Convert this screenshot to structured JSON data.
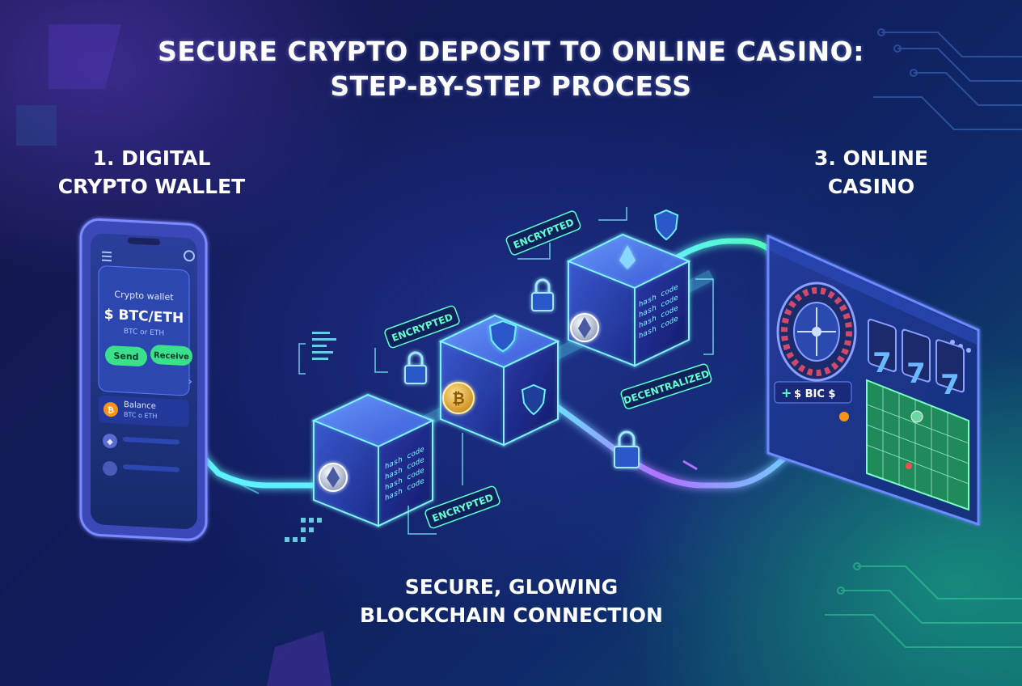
{
  "title_line1": "SECURE CRYPTO DEPOSIT TO ONLINE CASINO:",
  "title_line2": "STEP-BY-STEP PROCESS",
  "step1": {
    "line1": "1. DIGITAL",
    "line2": "CRYPTO WALLET"
  },
  "step3": {
    "line1": "3. ONLINE",
    "line2": "CASINO"
  },
  "bottom_caption": {
    "line1": "SECURE, GLOWING",
    "line2": "BLOCKCHAIN CONNECTION"
  },
  "wallet": {
    "header": "Crypto wallet",
    "amount": "$ BTC/ETH",
    "sub": "BTC or ETH",
    "send_label": "Send",
    "receive_label": "Receive",
    "balance_label": "Balance",
    "balance_sub": "BTC o ETH"
  },
  "blocks": {
    "hash_lines": [
      "hash code",
      "hash code",
      "hash code",
      "hash code"
    ]
  },
  "tags": {
    "encrypted_top": "ENCRYPTED",
    "encrypted_mid": "ENCRYPTED",
    "encrypted_bottom": "ENCRYPTED",
    "decentralized": "DECENTRALIZED"
  },
  "casino": {
    "slot_digits": [
      "7",
      "7",
      "7"
    ],
    "balance_text": "$ BIC $"
  },
  "colors": {
    "cyan_glow": "#5ff0ff",
    "purple_glow": "#b070ff",
    "green_glow": "#4dffb0",
    "teal_label": "#5fffd0"
  }
}
